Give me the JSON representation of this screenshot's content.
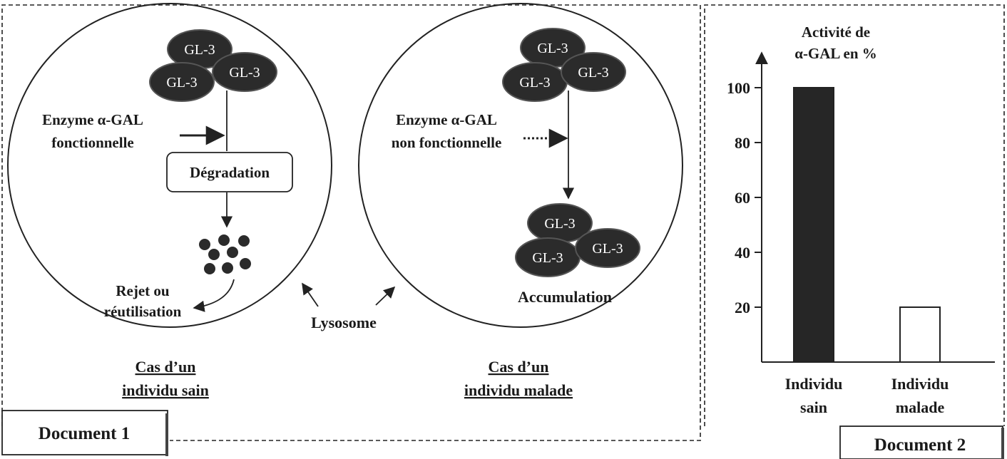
{
  "document1": {
    "label": "Document 1",
    "healthy": {
      "molecule_label": "GL-3",
      "enzyme_line1": "Enzyme α-GAL",
      "enzyme_line2": "fonctionnelle",
      "process_label": "Dégradation",
      "fate_line1": "Rejet ou",
      "fate_line2": "réutilisation",
      "caption_line1": "Cas d’un",
      "caption_line2": "individu sain"
    },
    "sick": {
      "molecule_label": "GL-3",
      "enzyme_line1": "Enzyme α-GAL",
      "enzyme_line2": "non fonctionnelle",
      "result_label": "Accumulation",
      "caption_line1": "Cas d’un",
      "caption_line2": "individu malade"
    },
    "organelle_label": "Lysosome"
  },
  "document2": {
    "label": "Document 2"
  },
  "chart_data": {
    "type": "bar",
    "title_line1": "Activité de",
    "title_line2": "α-GAL en %",
    "categories": [
      {
        "line1": "Individu",
        "line2": "sain"
      },
      {
        "line1": "Individu",
        "line2": "malade"
      }
    ],
    "values": [
      100,
      20
    ],
    "bar_colors": [
      "#262626",
      "#ffffff"
    ],
    "yticks": [
      20,
      40,
      60,
      80,
      100
    ],
    "ylim": [
      0,
      110
    ],
    "grid": false
  }
}
